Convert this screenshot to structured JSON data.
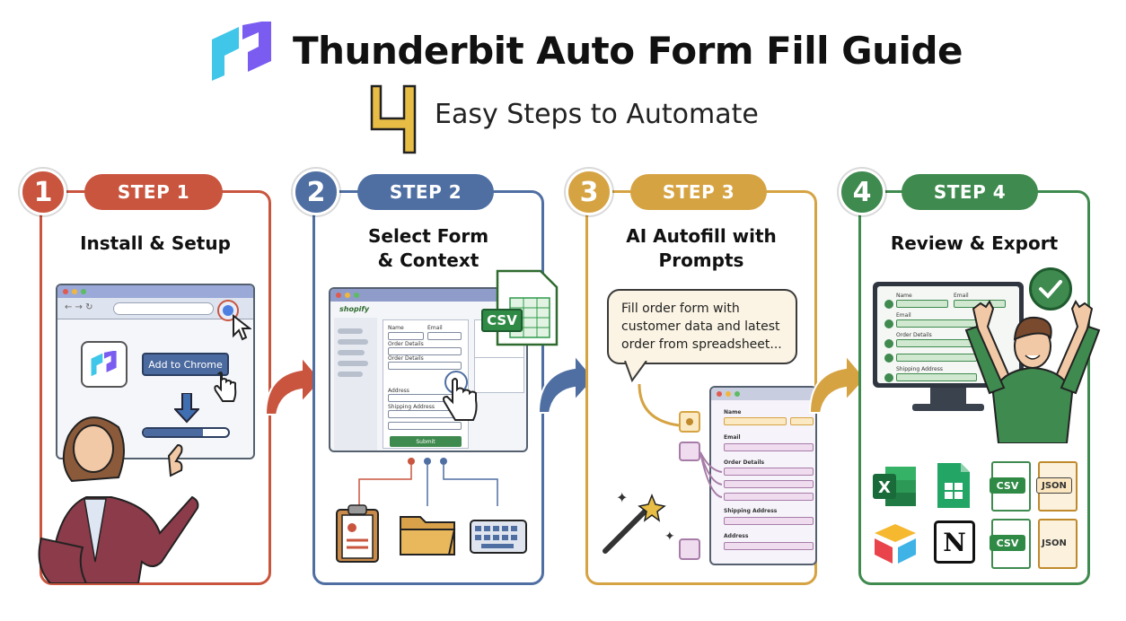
{
  "header": {
    "title": "Thunderbit Auto Form Fill Guide",
    "steps_count": "4",
    "subtitle": "Easy Steps to Automate"
  },
  "colors": {
    "step1": "#c9553f",
    "step2": "#4f6fa3",
    "step3": "#d6a343",
    "step4": "#3f8a4f",
    "logo_cyan": "#3fc6e8",
    "logo_purple": "#7a5cf0"
  },
  "steps": [
    {
      "number": "1",
      "label": "STEP 1",
      "title": "Install & Setup",
      "button": "Add to Chrome"
    },
    {
      "number": "2",
      "label": "STEP 2",
      "title_line1": "Select Form",
      "title_line2": "& Context",
      "store": "shopify",
      "file_badge": "CSV",
      "form": {
        "name": "Name",
        "email": "Email",
        "order_details": "Order Details",
        "order_details2": "Order Details",
        "address": "Address",
        "shipping_address": "Shipping Address",
        "submit": "Submit"
      }
    },
    {
      "number": "3",
      "label": "STEP 3",
      "title_line1": "AI Autofill with",
      "title_line2": "Prompts",
      "prompt": "Fill order form with customer data and latest order from spreadsheet...",
      "form": {
        "name": "Name",
        "email": "Email",
        "order_details": "Order Details",
        "shipping_address": "Shipping Address",
        "address": "Address"
      }
    },
    {
      "number": "4",
      "label": "STEP 4",
      "title": "Review & Export",
      "form": {
        "name": "Name",
        "email": "Email",
        "email2": "Email",
        "order_details": "Order Details",
        "shipping_address": "Shipping Address"
      },
      "exports": [
        "CSV",
        "JSON",
        "CSV",
        "JSON"
      ]
    }
  ]
}
